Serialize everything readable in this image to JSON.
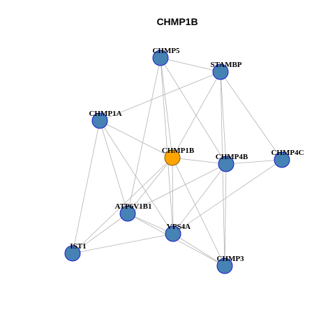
{
  "title": "CHMP1B",
  "colors": {
    "node_fill": "#4682b4",
    "node_stroke": "#1a1acd",
    "center_fill": "#ffa500",
    "center_stroke": "#8b5a00",
    "edge": "#b3b3b3"
  },
  "nodes": [
    {
      "id": "CHMP5",
      "label": "CHMP5",
      "center": false
    },
    {
      "id": "STAMBP",
      "label": "STAMBP",
      "center": false
    },
    {
      "id": "CHMP1A",
      "label": "CHMP1A",
      "center": false
    },
    {
      "id": "CHMP1B",
      "label": "CHMP1B",
      "center": true
    },
    {
      "id": "CHMP4B",
      "label": "CHMP4B",
      "center": false
    },
    {
      "id": "CHMP4C",
      "label": "CHMP4C",
      "center": false
    },
    {
      "id": "ATP6V1B1",
      "label": "ATP6V1B1",
      "center": false
    },
    {
      "id": "VPS4A",
      "label": "VPS4A",
      "center": false
    },
    {
      "id": "IST1",
      "label": "IST1",
      "center": false
    },
    {
      "id": "CHMP3",
      "label": "CHMP3",
      "center": false
    }
  ],
  "edges": [
    [
      "CHMP5",
      "STAMBP"
    ],
    [
      "CHMP5",
      "CHMP1B"
    ],
    [
      "CHMP5",
      "CHMP4B"
    ],
    [
      "CHMP5",
      "VPS4A"
    ],
    [
      "CHMP5",
      "ATP6V1B1"
    ],
    [
      "STAMBP",
      "CHMP1A"
    ],
    [
      "STAMBP",
      "CHMP1B"
    ],
    [
      "STAMBP",
      "CHMP4B"
    ],
    [
      "STAMBP",
      "CHMP4C"
    ],
    [
      "STAMBP",
      "CHMP3"
    ],
    [
      "CHMP1A",
      "CHMP1B"
    ],
    [
      "CHMP1A",
      "ATP6V1B1"
    ],
    [
      "CHMP1A",
      "VPS4A"
    ],
    [
      "CHMP1A",
      "IST1"
    ],
    [
      "CHMP1B",
      "CHMP4B"
    ],
    [
      "CHMP1B",
      "ATP6V1B1"
    ],
    [
      "CHMP1B",
      "VPS4A"
    ],
    [
      "CHMP1B",
      "CHMP3"
    ],
    [
      "CHMP1B",
      "IST1"
    ],
    [
      "CHMP4B",
      "CHMP4C"
    ],
    [
      "CHMP4B",
      "VPS4A"
    ],
    [
      "CHMP4B",
      "CHMP3"
    ],
    [
      "CHMP4B",
      "ATP6V1B1"
    ],
    [
      "CHMP4C",
      "VPS4A"
    ],
    [
      "ATP6V1B1",
      "VPS4A"
    ],
    [
      "ATP6V1B1",
      "IST1"
    ],
    [
      "ATP6V1B1",
      "CHMP3"
    ],
    [
      "VPS4A",
      "IST1"
    ],
    [
      "VPS4A",
      "CHMP3"
    ]
  ]
}
